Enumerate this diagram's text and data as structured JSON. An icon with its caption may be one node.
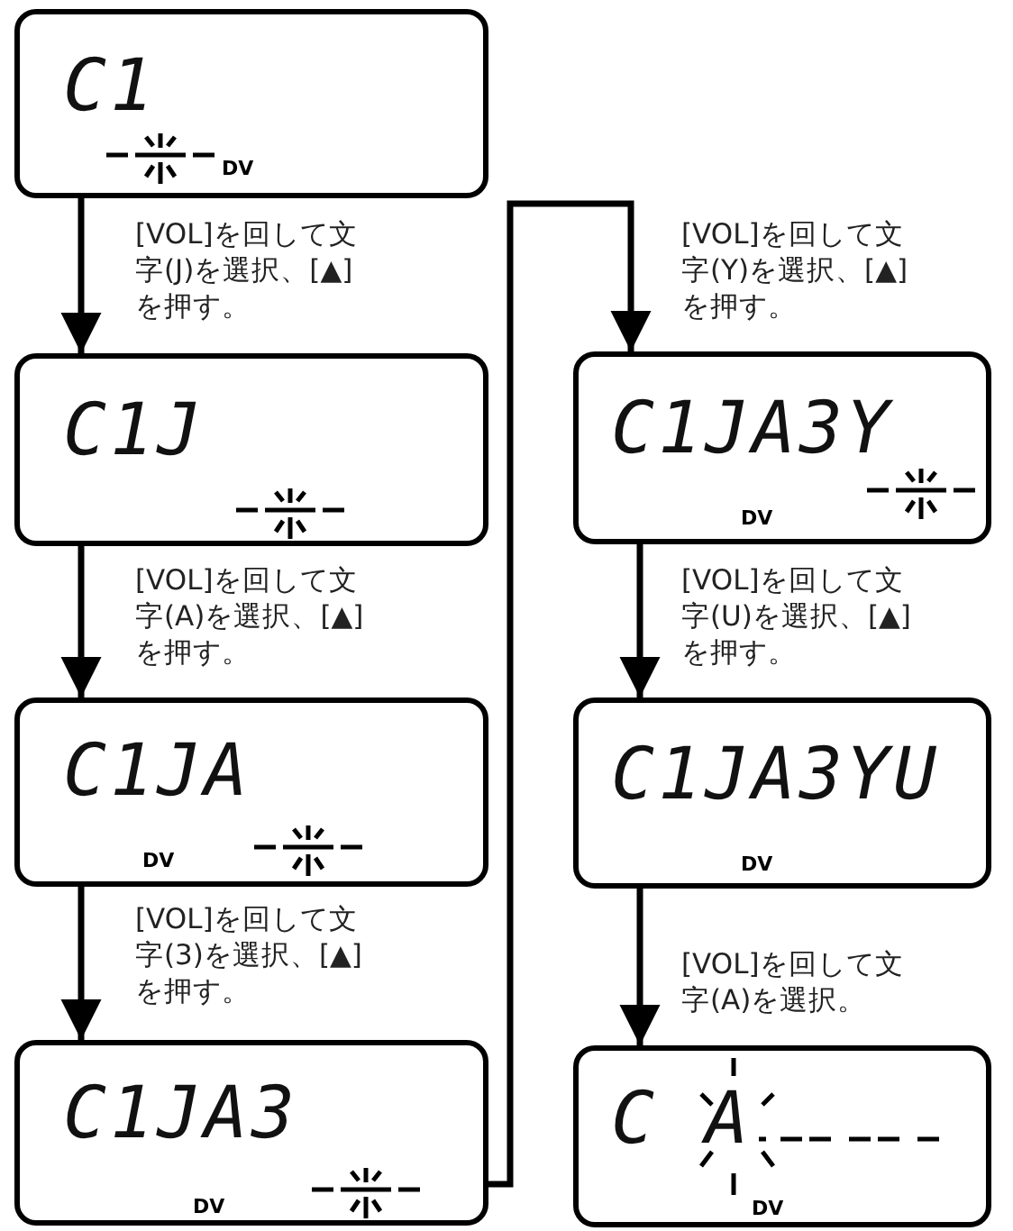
{
  "diagram": {
    "nodes": [
      {
        "text": [
          "C1",
          "DV"
        ]
      },
      {
        "text": [
          "C1J"
        ]
      },
      {
        "text": [
          "C1JA",
          "DV"
        ]
      },
      {
        "text": [
          "C1JA3",
          "DV"
        ]
      },
      {
        "text": [
          "C1JA3Y",
          "DV"
        ]
      },
      {
        "text": [
          "C1JA3YU",
          "DV"
        ]
      },
      {
        "text": [
          "C A",
          "DV"
        ]
      }
    ],
    "edges": [
      {
        "from": 0,
        "to": 1,
        "arrow": "to",
        "label": "[VOL]を回して文字(J)を選択、[▲]を押す。"
      },
      {
        "from": 1,
        "to": 2,
        "arrow": "to",
        "label": "[VOL]を回して文字(A)を選択、[▲]を押す。"
      },
      {
        "from": 2,
        "to": 3,
        "arrow": "to",
        "label": "[VOL]を回して文字(3)を選択、[▲]を押す。"
      },
      {
        "from": 3,
        "to": 4,
        "arrow": "to",
        "label": "[VOL]を回して文字(Y)を選択、[▲]を押す。"
      },
      {
        "from": 4,
        "to": 5,
        "arrow": "to",
        "label": "[VOL]を回して文字(U)を選択、[▲]を押す。"
      },
      {
        "from": 5,
        "to": 6,
        "arrow": "to",
        "label": "[VOL]を回して文字(A)を選択。"
      }
    ]
  }
}
